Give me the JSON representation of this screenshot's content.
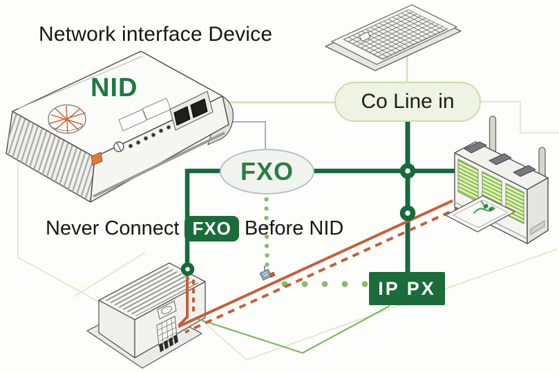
{
  "title": "Network interface Device",
  "nid_label": "NID",
  "co_line_label": "Co Line in",
  "fxo_label": "FXO",
  "ippx_label": "IP PX",
  "warning": {
    "pre": "Never Connect",
    "badge": "FXO",
    "post": "Before NID"
  },
  "icons": {
    "compass_logo": "compass-star",
    "plug_icon": "phone-plug",
    "junction_node": "donut-connection-node"
  },
  "colors": {
    "dark_green": "#176a3c",
    "badge_green": "#1c6b3a",
    "nid_green": "#1d7a40",
    "orange": "#c4603a",
    "dotted_green": "#8cba6c",
    "pale_green": "#dfe6cd",
    "light_green_line": "#cfe0ad",
    "medium_green": "#7db85f",
    "gray_line": "#93a7b0",
    "pill_fill": "#eef3e4",
    "pill_border": "#ccdcae",
    "ellipse_fill": "#f1f3ef",
    "ellipse_border": "#b3c2cb",
    "text_black": "#161616",
    "stripe_green": "#8cc63f"
  }
}
